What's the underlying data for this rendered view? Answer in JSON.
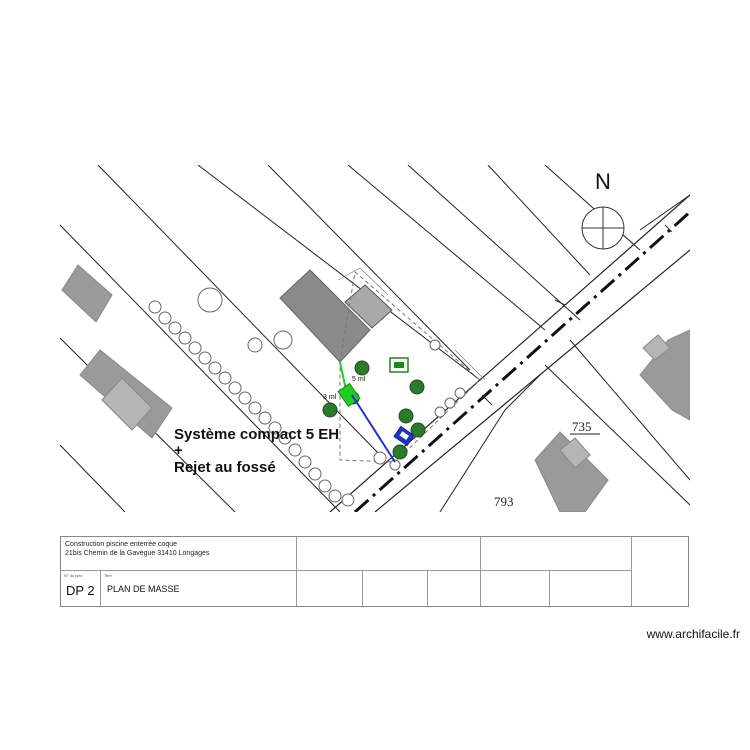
{
  "north_label": "N",
  "annotations": {
    "system_line1": "Système compact 5 EH",
    "system_line2": "+",
    "system_line3": "Rejet au fossé",
    "dim_5m": "5 ml",
    "dim_3m": "3 ml"
  },
  "parcels": {
    "p735": "735",
    "p793": "793"
  },
  "colors": {
    "septic_green": "#22cc22",
    "drain_blue": "#2233cc",
    "tree_green": "#2d7a2d",
    "building_gray": "#9a9a9a"
  },
  "cartouche": {
    "project_line1": "Construction piscine enterrée coque",
    "project_line2": "21bis Chemin de la Gavègue 31410 Longages",
    "ref_small_label": "N° du plan",
    "ref_value": "DP 2",
    "title_small_label": "Titre",
    "title_value": "PLAN DE MASSE"
  },
  "footer": {
    "site": "www.archifacile.fr"
  }
}
